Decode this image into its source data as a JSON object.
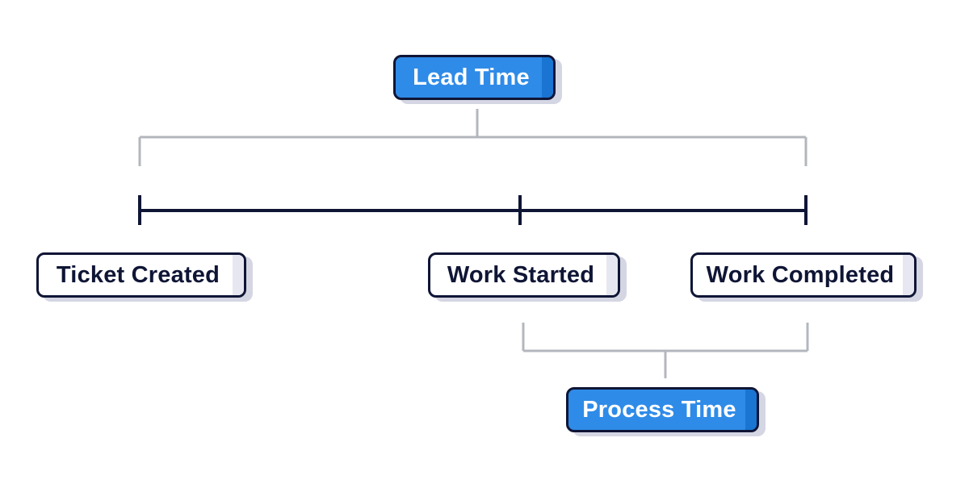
{
  "diagram": {
    "lead_time": "Lead Time",
    "process_time": "Process Time",
    "milestones": [
      "Ticket Created",
      "Work Started",
      "Work Completed"
    ]
  },
  "colors": {
    "primary_fill": "#2f8be8",
    "outline": "#0f1535",
    "bracket": "#b3b7bd",
    "shadow": "#d5d6e3"
  }
}
